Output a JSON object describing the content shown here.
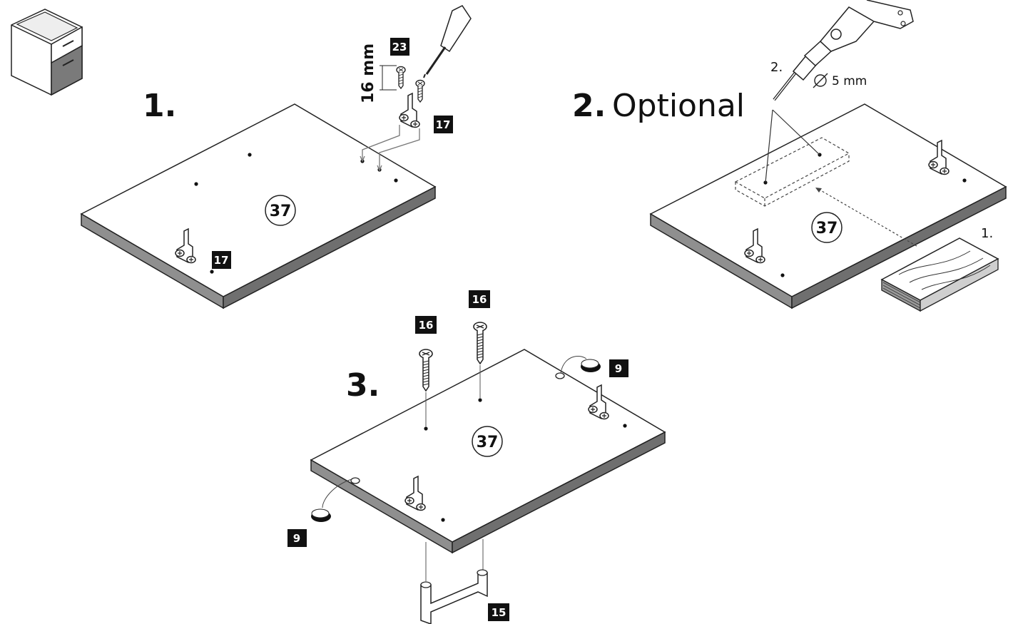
{
  "steps": {
    "step1": {
      "number": "1."
    },
    "step2": {
      "number": "2.",
      "label": "Optional"
    },
    "step3": {
      "number": "3."
    }
  },
  "panel_label": "37",
  "parts": {
    "screw_23": "23",
    "bracket_17_a": "17",
    "bracket_17_b": "17",
    "screw_16_a": "16",
    "screw_16_b": "16",
    "foot_9_a": "9",
    "foot_9_b": "9",
    "handle_15": "15"
  },
  "dimensions": {
    "screw_length": "16 mm",
    "drill_diameter": "5 mm"
  },
  "substeps": {
    "wood_block": "1.",
    "drill": "2."
  },
  "colors": {
    "line": "#222222",
    "panel_top": "#ffffff",
    "panel_edge": "#8f8f8f",
    "part_label_bg": "#111111",
    "cabinet_door": "#7a7a7a"
  }
}
